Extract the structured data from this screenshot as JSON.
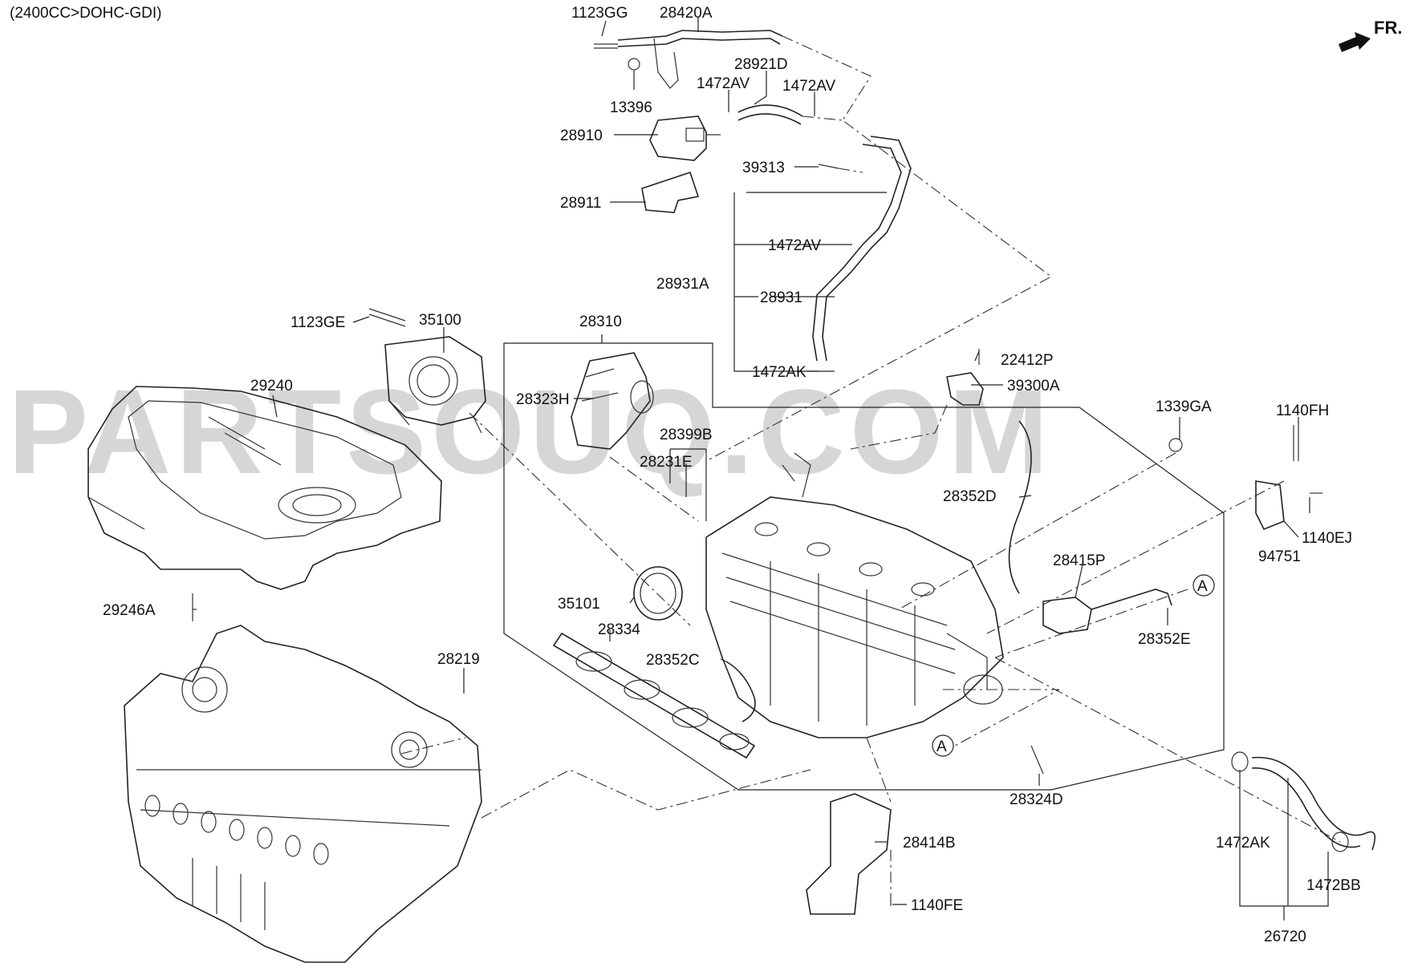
{
  "header": {
    "engine_spec": "(2400CC>DOHC-GDI)",
    "direction": "FR."
  },
  "watermark": "PARTSOUQ.COM",
  "callouts": {
    "a1": "A",
    "a2": "A"
  },
  "labels": {
    "p1123GG": "1123GG",
    "p28420A": "28420A",
    "p13396": "13396",
    "p28921D": "28921D",
    "p1472AV_a": "1472AV",
    "p1472AV_b": "1472AV",
    "p28910": "28910",
    "p39313": "39313",
    "p28911": "28911",
    "p1472AV_c": "1472AV",
    "p28931A": "28931A",
    "p28931": "28931",
    "p1472AK_a": "1472AK",
    "p1123GE": "1123GE",
    "p35100": "35100",
    "p28310": "28310",
    "p22412P": "22412P",
    "p39300A": "39300A",
    "p29240": "29240",
    "p28323H": "28323H",
    "p1339GA": "1339GA",
    "p1140FH": "1140FH",
    "p28399B": "28399B",
    "p28231E": "28231E",
    "p28352D": "28352D",
    "p1140EJ": "1140EJ",
    "p94751": "94751",
    "p28415P": "28415P",
    "p35101": "35101",
    "p28352E": "28352E",
    "p29246A": "29246A",
    "p28334": "28334",
    "p28352C": "28352C",
    "p28219": "28219",
    "p28324D": "28324D",
    "p28414B": "28414B",
    "p1472AK_b": "1472AK",
    "p1140FE": "1140FE",
    "p1472BB": "1472BB",
    "p26720": "26720"
  }
}
